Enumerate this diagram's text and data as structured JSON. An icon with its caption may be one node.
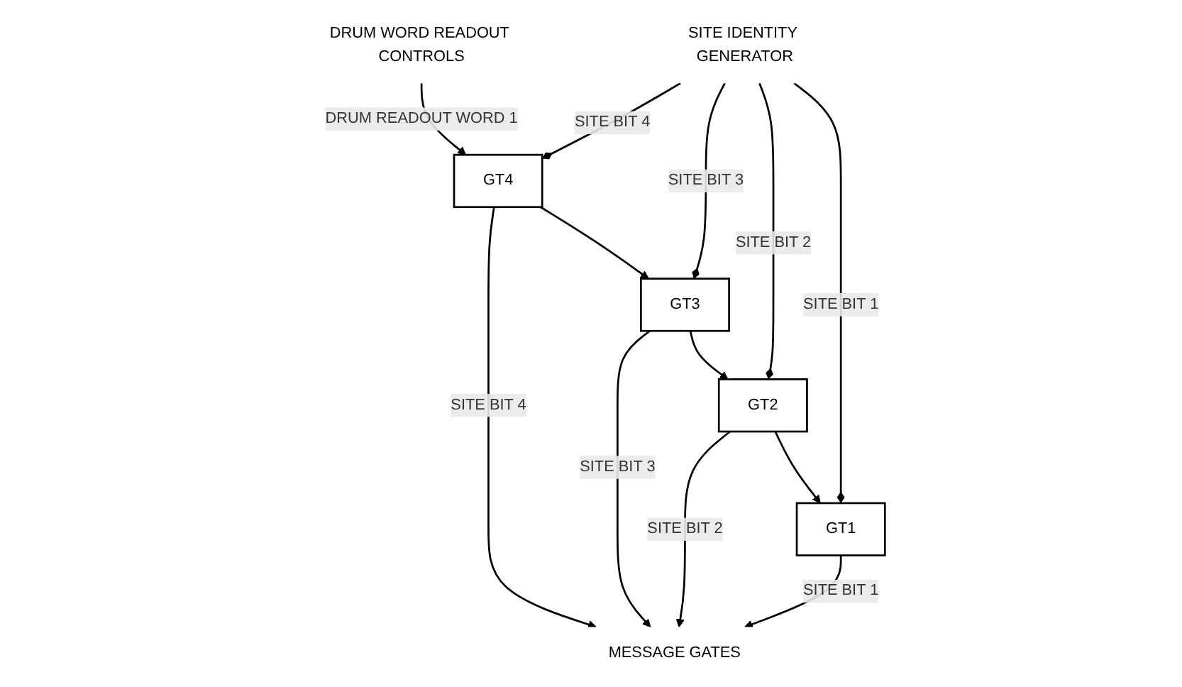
{
  "diagram": {
    "nodes": [
      {
        "text": [
          "DRUM WORD READOUT CONTROLS"
        ]
      },
      {
        "text": [
          "SITE IDENTITY GENERATOR"
        ]
      },
      {
        "text": [
          "GT4"
        ]
      },
      {
        "text": [
          "GT3"
        ]
      },
      {
        "text": [
          "GT2"
        ]
      },
      {
        "text": [
          "GT1"
        ]
      },
      {
        "text": [
          "MESSAGE GATES"
        ]
      }
    ],
    "edges": [
      {
        "from": 0,
        "to": 2,
        "arrow": "to",
        "label": "DRUM READOUT WORD 1"
      },
      {
        "from": 1,
        "to": 2,
        "arrow": "other",
        "label": "SITE BIT 4"
      },
      {
        "from": 2,
        "to": 6,
        "arrow": "to",
        "label": "SITE BIT 4"
      },
      {
        "from": 2,
        "to": 3,
        "arrow": "to"
      },
      {
        "from": 1,
        "to": 3,
        "arrow": "other",
        "label": "SITE BIT 3"
      },
      {
        "from": 3,
        "to": 6,
        "arrow": "to",
        "label": "SITE BIT 3"
      },
      {
        "from": 3,
        "to": 4,
        "arrow": "to"
      },
      {
        "from": 1,
        "to": 4,
        "arrow": "other",
        "label": "SITE BIT 2"
      },
      {
        "from": 4,
        "to": 6,
        "arrow": "to",
        "label": "SITE BIT 2"
      },
      {
        "from": 4,
        "to": 5,
        "arrow": "to"
      },
      {
        "from": 1,
        "to": 5,
        "arrow": "other",
        "label": "SITE BIT 1"
      },
      {
        "from": 5,
        "to": 6,
        "arrow": "to",
        "label": "SITE BIT 1"
      }
    ]
  }
}
